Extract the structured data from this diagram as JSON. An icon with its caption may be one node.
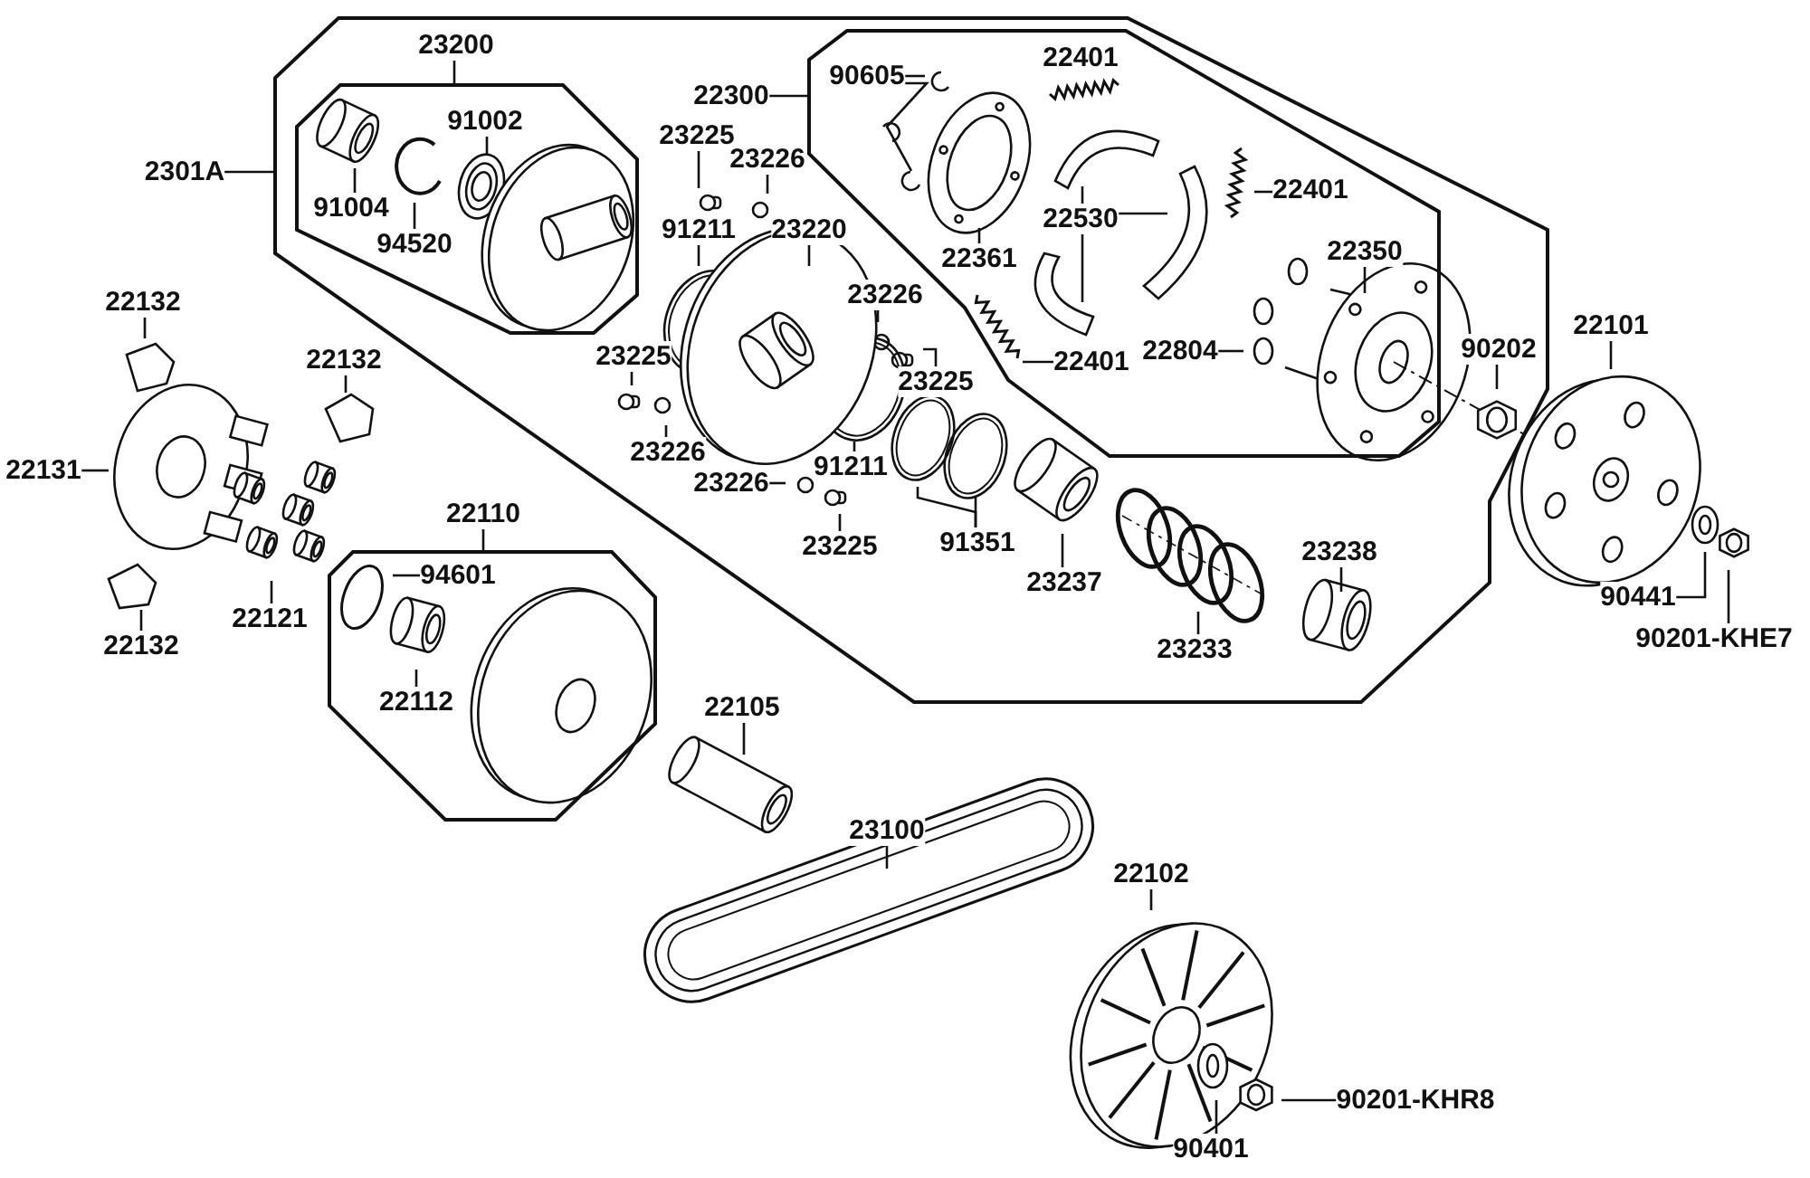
{
  "diagram": {
    "nodes": [
      {
        "text": [],
        "shape": "box"
      },
      {
        "text": [],
        "shape": "box",
        "in": 0
      },
      {
        "text": [],
        "shape": "box",
        "in": 0
      },
      {
        "text": [],
        "shape": "box"
      },
      {
        "text": [
          "23200"
        ],
        "in": 0
      },
      {
        "text": [
          "2301A"
        ]
      },
      {
        "text": [
          "91002"
        ],
        "in": 1
      },
      {
        "text": [
          "91004"
        ],
        "in": 1
      },
      {
        "text": [
          "94520"
        ],
        "in": 1
      },
      {
        "text": [
          "22300"
        ],
        "in": 0
      },
      {
        "text": [
          "90605"
        ],
        "in": 2
      },
      {
        "text": [
          "22401"
        ],
        "in": 2
      },
      {
        "text": [
          "23225"
        ],
        "in": 0
      },
      {
        "text": [
          "23226"
        ],
        "in": 0
      },
      {
        "text": [
          "91211"
        ],
        "in": 0
      },
      {
        "text": [
          "23220"
        ],
        "in": 0
      },
      {
        "text": [
          "22530"
        ],
        "in": 2
      },
      {
        "text": [
          "22401"
        ],
        "in": 2
      },
      {
        "text": [
          "22361"
        ],
        "in": 2
      },
      {
        "text": [
          "22350"
        ],
        "in": 2
      },
      {
        "text": [
          "23226"
        ],
        "in": 0
      },
      {
        "text": [
          "22401"
        ],
        "in": 2
      },
      {
        "text": [
          "22804"
        ],
        "in": 2
      },
      {
        "text": [
          "90202"
        ],
        "in": 0
      },
      {
        "text": [
          "22101"
        ]
      },
      {
        "text": [
          "22132"
        ]
      },
      {
        "text": [
          "22132"
        ]
      },
      {
        "text": [
          "23225"
        ],
        "in": 0
      },
      {
        "text": [
          "23225"
        ],
        "in": 0
      },
      {
        "text": [
          "23226"
        ],
        "in": 0
      },
      {
        "text": [
          "22131"
        ]
      },
      {
        "text": [
          "91211"
        ],
        "in": 0
      },
      {
        "text": [
          "23226"
        ],
        "in": 0
      },
      {
        "text": [
          "22110"
        ]
      },
      {
        "text": [
          "91351"
        ],
        "in": 0
      },
      {
        "text": [
          "23225"
        ],
        "in": 0
      },
      {
        "text": [
          "23238"
        ],
        "in": 0
      },
      {
        "text": [
          "94601"
        ],
        "in": 3
      },
      {
        "text": [
          "23237"
        ],
        "in": 0
      },
      {
        "text": [
          "90441"
        ]
      },
      {
        "text": [
          "22121"
        ]
      },
      {
        "text": [
          "22132"
        ]
      },
      {
        "text": [
          "90201-KHE7"
        ]
      },
      {
        "text": [
          "23233"
        ],
        "in": 0
      },
      {
        "text": [
          "22112"
        ],
        "in": 3
      },
      {
        "text": [
          "22105"
        ]
      },
      {
        "text": [
          "23100"
        ]
      },
      {
        "text": [
          "22102"
        ]
      },
      {
        "text": [
          "90201-KHR8"
        ]
      },
      {
        "text": [
          "90401"
        ]
      }
    ],
    "edges": [
      {
        "from": 4,
        "to": 1,
        "arrow": "none"
      },
      {
        "from": 5,
        "to": 0,
        "arrow": "none"
      },
      {
        "from": 6,
        "to": null,
        "arrow": "none"
      },
      {
        "from": 7,
        "to": null,
        "arrow": "none"
      },
      {
        "from": 8,
        "to": null,
        "arrow": "none"
      },
      {
        "from": 9,
        "to": 2,
        "arrow": "none"
      },
      {
        "from": 10,
        "to": null,
        "arrow": "none"
      },
      {
        "from": 10,
        "to": null,
        "arrow": "none"
      },
      {
        "from": 12,
        "to": null,
        "arrow": "none"
      },
      {
        "from": 13,
        "to": null,
        "arrow": "none"
      },
      {
        "from": 14,
        "to": null,
        "arrow": "none"
      },
      {
        "from": 15,
        "to": null,
        "arrow": "none"
      },
      {
        "from": 16,
        "to": null,
        "arrow": "none"
      },
      {
        "from": 16,
        "to": null,
        "arrow": "none"
      },
      {
        "from": 16,
        "to": null,
        "arrow": "none"
      },
      {
        "from": 17,
        "to": null,
        "arrow": "none"
      },
      {
        "from": 18,
        "to": null,
        "arrow": "none"
      },
      {
        "from": 19,
        "to": null,
        "arrow": "none"
      },
      {
        "from": 20,
        "to": null,
        "arrow": "none"
      },
      {
        "from": 21,
        "to": null,
        "arrow": "none"
      },
      {
        "from": 22,
        "to": null,
        "arrow": "none"
      },
      {
        "from": 23,
        "to": null,
        "arrow": "none"
      },
      {
        "from": 24,
        "to": null,
        "arrow": "none"
      },
      {
        "from": 25,
        "to": null,
        "arrow": "none"
      },
      {
        "from": 26,
        "to": null,
        "arrow": "none"
      },
      {
        "from": 27,
        "to": null,
        "arrow": "none"
      },
      {
        "from": 28,
        "to": null,
        "arrow": "none"
      },
      {
        "from": 29,
        "to": null,
        "arrow": "none"
      },
      {
        "from": 30,
        "to": null,
        "arrow": "none"
      },
      {
        "from": 31,
        "to": null,
        "arrow": "none"
      },
      {
        "from": 32,
        "to": null,
        "arrow": "none"
      },
      {
        "from": 33,
        "to": 3,
        "arrow": "none"
      },
      {
        "from": 34,
        "to": null,
        "arrow": "none"
      },
      {
        "from": 34,
        "to": null,
        "arrow": "none"
      },
      {
        "from": 35,
        "to": null,
        "arrow": "none"
      },
      {
        "from": 36,
        "to": null,
        "arrow": "none"
      },
      {
        "from": 37,
        "to": null,
        "arrow": "none"
      },
      {
        "from": 38,
        "to": null,
        "arrow": "none"
      },
      {
        "from": 39,
        "to": null,
        "arrow": "none"
      },
      {
        "from": 40,
        "to": null,
        "arrow": "none"
      },
      {
        "from": 41,
        "to": null,
        "arrow": "none"
      },
      {
        "from": 42,
        "to": null,
        "arrow": "none"
      },
      {
        "from": 43,
        "to": null,
        "arrow": "none"
      },
      {
        "from": 44,
        "to": null,
        "arrow": "none"
      },
      {
        "from": 45,
        "to": null,
        "arrow": "none"
      },
      {
        "from": 46,
        "to": null,
        "arrow": "none"
      },
      {
        "from": 47,
        "to": null,
        "arrow": "none"
      },
      {
        "from": 48,
        "to": null,
        "arrow": "none"
      },
      {
        "from": 49,
        "to": null,
        "arrow": "none"
      }
    ]
  }
}
